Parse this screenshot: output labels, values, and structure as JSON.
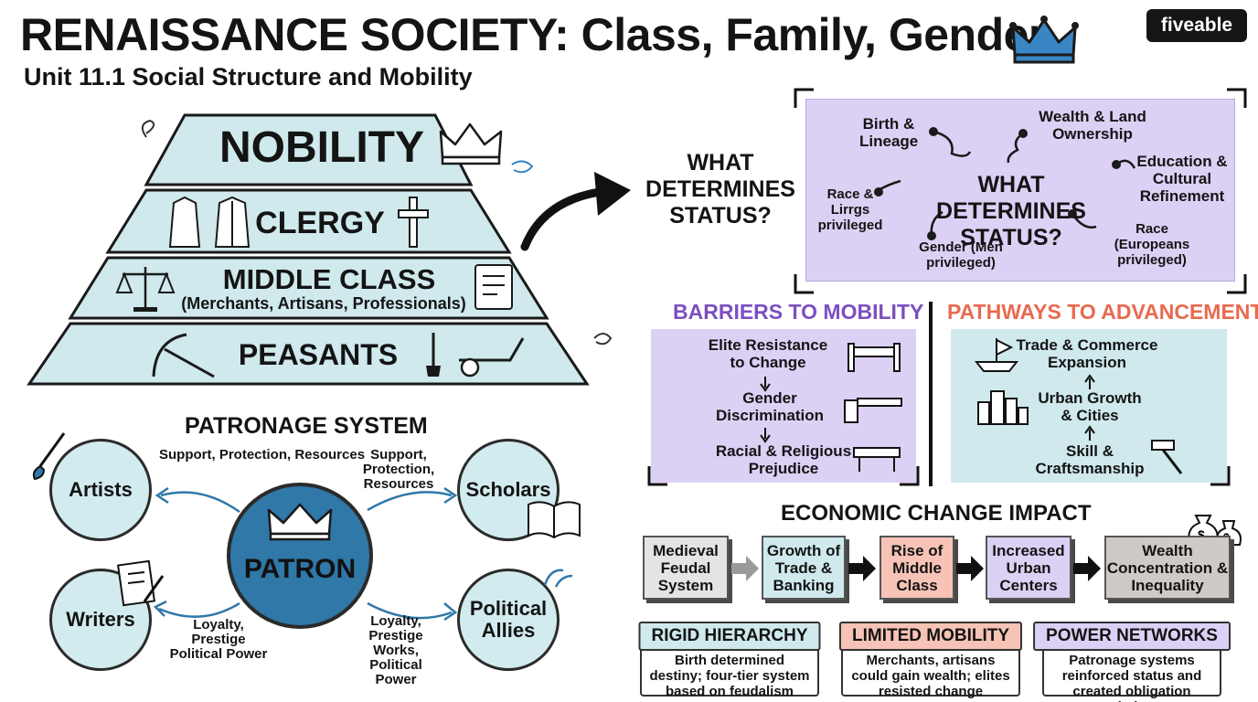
{
  "header": {
    "title": "RENAISSANCE SOCIETY: Class, Family, Gender",
    "subtitle": "Unit 11.1 Social Structure and Mobility",
    "brand": "fiveable"
  },
  "pyramid": {
    "tiers": [
      {
        "label": "NOBILITY"
      },
      {
        "label": "CLERGY"
      },
      {
        "label": "MIDDLE CLASS",
        "sublabel": "(Merchants, Artisans, Professionals)"
      },
      {
        "label": "PEASANTS"
      }
    ],
    "arrow_label": "WHAT DETERMINES STATUS?"
  },
  "status": {
    "center": "WHAT DETERMINES STATUS?",
    "factors": [
      {
        "text": "Birth & Lineage"
      },
      {
        "text": "Wealth & Land Ownership"
      },
      {
        "text": "Education & Cultural Refinement"
      },
      {
        "text": "Race & Lirrgs privileged"
      },
      {
        "text": "Gender (Men privileged)"
      },
      {
        "text": "Race (Europeans privileged)"
      }
    ]
  },
  "barriers": {
    "heading": "BARRIERS TO MOBILITY",
    "items": [
      {
        "text": "Elite Resistance to Change"
      },
      {
        "text": "Gender Discrimination"
      },
      {
        "text": "Racial & Religious Prejudice"
      }
    ]
  },
  "pathways": {
    "heading": "PATHWAYS TO ADVANCEMENT",
    "items": [
      {
        "text": "Trade & Commerce Expansion"
      },
      {
        "text": "Urban Growth & Cities"
      },
      {
        "text": "Skill & Craftsmanship"
      }
    ]
  },
  "economic": {
    "heading": "ECONOMIC CHANGE IMPACT",
    "steps": [
      {
        "text": "Medieval Feudal System"
      },
      {
        "text": "Growth of Trade & Banking"
      },
      {
        "text": "Rise of Middle Class"
      },
      {
        "text": "Increased Urban Centers"
      },
      {
        "text": "Wealth Concentration & Inequality"
      }
    ]
  },
  "cards": [
    {
      "heading": "RIGID HIERARCHY",
      "text": "Birth determined destiny; four-tier system based on feudalism"
    },
    {
      "heading": "LIMITED MOBILITY",
      "text": "Merchants, artisans could gain wealth; elites resisted change"
    },
    {
      "heading": "POWER NETWORKS",
      "text": "Patronage systems reinforced status and created obligation chains"
    }
  ],
  "patronage": {
    "heading": "PATRONAGE SYSTEM",
    "center": "PATRON",
    "nodes": [
      "Artists",
      "Scholars",
      "Writers",
      "Political Allies"
    ],
    "labels": [
      "Support, Protection, Resources",
      "Support, Protection, Resources",
      "Loyalty, Prestige Political Power",
      "Loyalty, Prestige Works, Political Power"
    ]
  },
  "colors": {
    "pyramid": "#cfe9ec",
    "status_bg": "#ddd0f5",
    "barriers_heading": "#7c4fc0",
    "pathways_heading": "#e86a4f",
    "patron": "#2f78a8",
    "step_gray": "#e4e4e4",
    "step_teal": "#cfe9ec",
    "step_salmon": "#f7c3b6",
    "step_purple": "#ddd0f5",
    "step_dark": "#cfcac6"
  }
}
